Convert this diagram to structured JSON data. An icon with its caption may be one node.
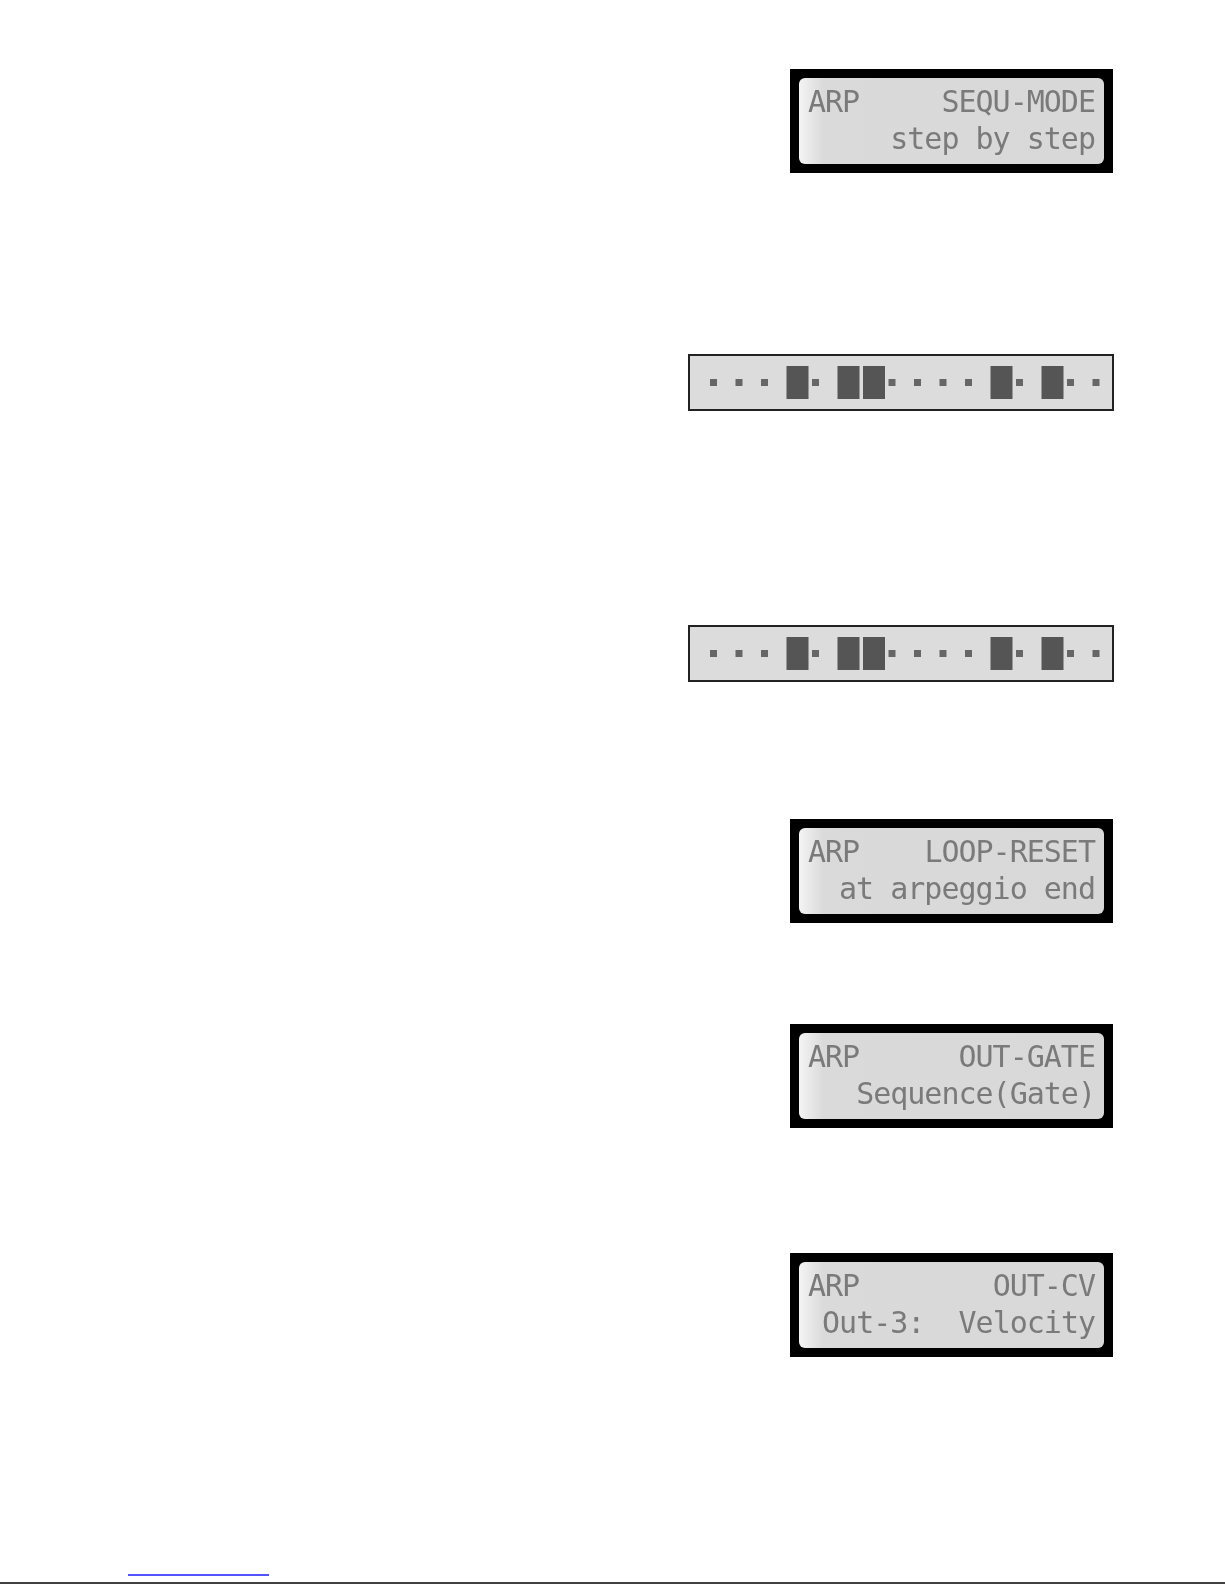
{
  "diagram": {
    "nodes": [
      {
        "text": [
          "ARP",
          "SEQU-MODE",
          "step by step"
        ]
      },
      {
        "text": [
          "ARP",
          "LOOP-RESET",
          "at arpeggio end"
        ]
      },
      {
        "text": [
          "ARP",
          "OUT-GATE",
          "Sequence(Gate)"
        ]
      },
      {
        "text": [
          "ARP",
          "OUT-CV",
          "Out-3:  Velocity"
        ]
      }
    ]
  }
}
